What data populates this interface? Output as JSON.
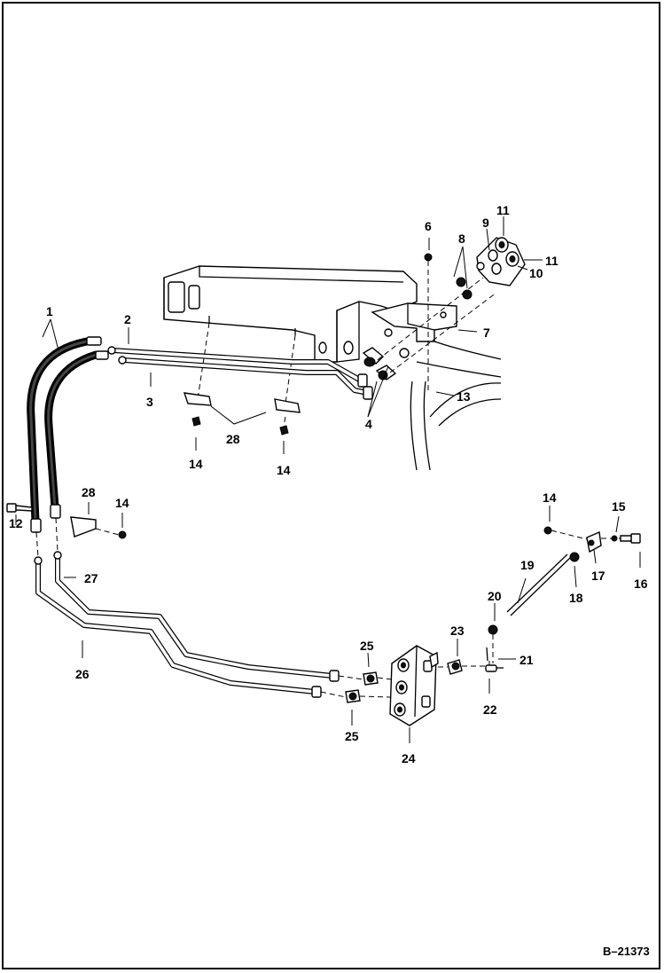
{
  "figure_number": "B–21373",
  "part_labels": [
    "1",
    "2",
    "3",
    "4",
    "6",
    "7",
    "8",
    "9",
    "10",
    "11",
    "11",
    "12",
    "13",
    "14",
    "14",
    "14",
    "14",
    "15",
    "16",
    "17",
    "18",
    "19",
    "20",
    "21",
    "22",
    "23",
    "24",
    "25",
    "25",
    "26",
    "27",
    "28",
    "28"
  ]
}
